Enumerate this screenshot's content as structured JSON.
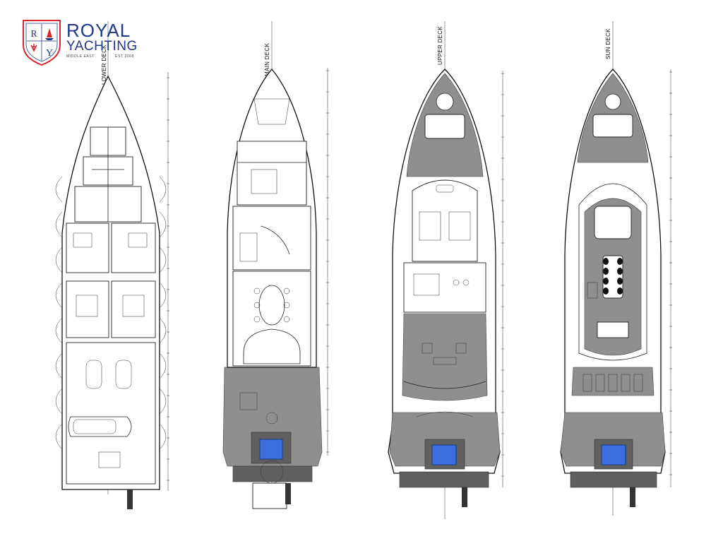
{
  "logo": {
    "brand_line1": "ROYAL",
    "brand_line2": "YACHTING",
    "tagline_left": "MIDDLE EAST",
    "tagline_right": "EST 2008",
    "monogram_left": "R",
    "monogram_right": "Y",
    "colors": {
      "primary": "#1f3a8a",
      "accent": "#d7262e"
    }
  },
  "decks": [
    {
      "label": "LOWER DECK"
    },
    {
      "label": "MAIN DECK"
    },
    {
      "label": "UPPER DECK"
    },
    {
      "label": "SUN DECK"
    }
  ],
  "colors": {
    "teak_deck": "#8f8f8f",
    "pool_water": "#3d6ee0",
    "line": "#222222",
    "background": "#ffffff"
  }
}
